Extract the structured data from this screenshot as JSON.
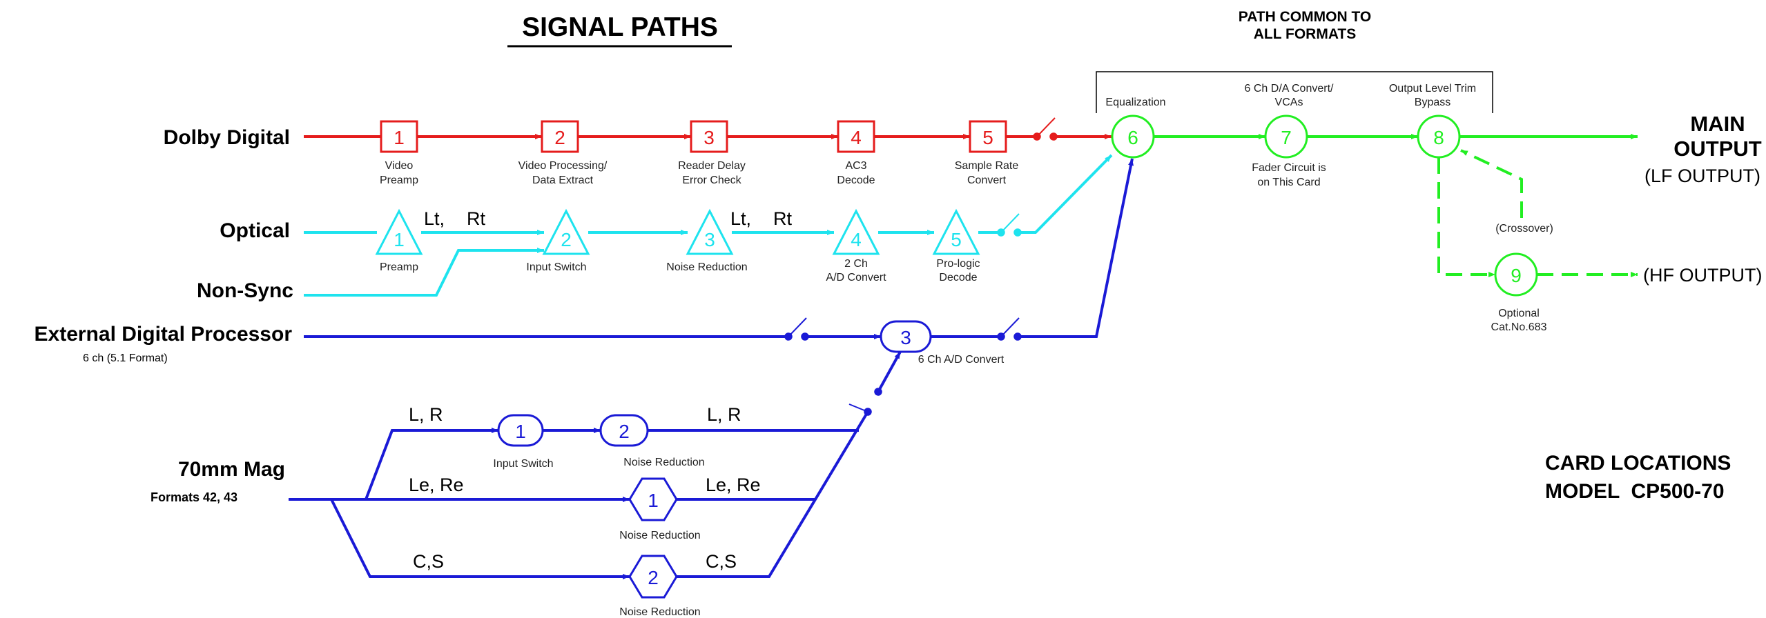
{
  "title": "SIGNAL PATHS",
  "common": {
    "line1": "PATH COMMON TO",
    "line2": "ALL FORMATS"
  },
  "sources": {
    "dolby": "Dolby Digital",
    "optical": "Optical",
    "nonsync": "Non-Sync",
    "ext": "External Digital Processor",
    "ext_sub": "6 ch (5.1 Format)",
    "mag": "70mm Mag",
    "mag_sub": "Formats 42, 43"
  },
  "dolby_cards": [
    {
      "num": "1",
      "l1": "Video",
      "l2": "Preamp"
    },
    {
      "num": "2",
      "l1": "Video Processing/",
      "l2": "Data Extract"
    },
    {
      "num": "3",
      "l1": "Reader Delay",
      "l2": "Error Check"
    },
    {
      "num": "4",
      "l1": "AC3",
      "l2": "Decode"
    },
    {
      "num": "5",
      "l1": "Sample Rate",
      "l2": "Convert"
    }
  ],
  "optical_cards": [
    {
      "num": "1",
      "l1": "Preamp",
      "l2": ""
    },
    {
      "num": "2",
      "l1": "Input Switch",
      "l2": ""
    },
    {
      "num": "3",
      "l1": "Noise Reduction",
      "l2": ""
    },
    {
      "num": "4",
      "l1": "2 Ch",
      "l2": "A/D Convert"
    },
    {
      "num": "5",
      "l1": "Pro-logic",
      "l2": "Decode"
    }
  ],
  "optical_channels": [
    "Lt,",
    "Rt",
    "Lt,",
    "Rt"
  ],
  "ext_card": {
    "num": "3",
    "label": "6 Ch A/D Convert"
  },
  "mag_cards": {
    "lr_input": {
      "num": "1",
      "label": "Input Switch"
    },
    "lr_nr": {
      "num": "2",
      "label": "Noise Reduction"
    },
    "lere_nr": {
      "num": "1",
      "label": "Noise Reduction"
    },
    "cs_nr": {
      "num": "2",
      "label": "Noise Reduction"
    }
  },
  "mag_channels": {
    "lr_a": "L, R",
    "lr_b": "L, R",
    "lere_a": "Le, Re",
    "lere_b": "Le, Re",
    "cs_a": "C,S",
    "cs_b": "C,S"
  },
  "common_cards": [
    {
      "num": "6",
      "top1": "Equalization",
      "top2": ""
    },
    {
      "num": "7",
      "top1": "6 Ch D/A Convert/",
      "top2": "VCAs",
      "bot1": "Fader Circuit is",
      "bot2": "on This Card"
    },
    {
      "num": "8",
      "top1": "Output Level Trim",
      "top2": "Bypass"
    },
    {
      "num": "9",
      "bot1": "Optional",
      "bot2": "Cat.No.683"
    }
  ],
  "crossover": "(Crossover)",
  "outputs": {
    "main1": "MAIN",
    "main2": "OUTPUT",
    "lf": "(LF OUTPUT)",
    "hf": "(HF OUTPUT)"
  },
  "card_locations": {
    "line1": "CARD LOCATIONS",
    "line2": "MODEL  CP500-70"
  },
  "colors": {
    "dolby": "#e51c1c",
    "optical": "#1ee3ee",
    "digital": "#1a1ad6",
    "common": "#22ee22"
  }
}
